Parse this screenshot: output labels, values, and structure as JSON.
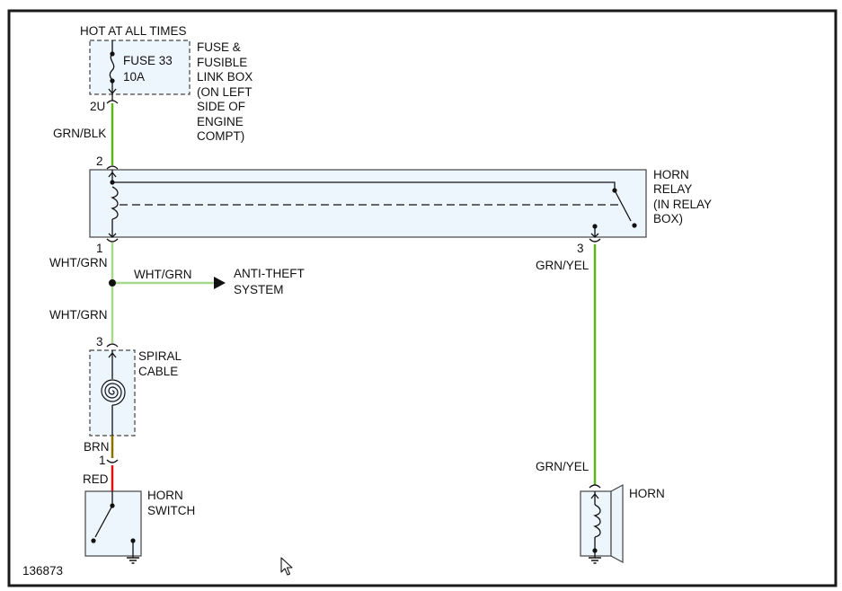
{
  "diagram": {
    "supply": {
      "hot_label": "HOT AT ALL TIMES",
      "fuse_name": "FUSE 33",
      "fuse_rating": "10A",
      "fuse_box_lines": [
        "FUSE &",
        "FUSIBLE",
        "LINK BOX",
        "(ON LEFT",
        "SIDE OF",
        "ENGINE",
        "COMPT)"
      ],
      "fuse_pin": "2U"
    },
    "wires": {
      "w_fuse_relay": "GRN/BLK",
      "w_relay_down": "WHT/GRN",
      "w_branch": "WHT/GRN",
      "w_to_spiral": "WHT/GRN",
      "w_spiral_out": "BRN",
      "w_switch_in": "RED",
      "w_relay_horn_top": "GRN/YEL",
      "w_relay_horn_bottom": "GRN/YEL"
    },
    "relay": {
      "label_lines": [
        "HORN",
        "RELAY",
        "(IN RELAY",
        "BOX)"
      ],
      "pin_top": "2",
      "pin_left": "1",
      "pin_right": "3"
    },
    "anti_theft": {
      "label_lines": [
        "ANTI-THEFT",
        "SYSTEM"
      ]
    },
    "spiral": {
      "label_lines": [
        "SPIRAL",
        "CABLE"
      ],
      "pin_top": "3",
      "pin_bottom": "1"
    },
    "horn_switch": {
      "label_lines": [
        "HORN",
        "SWITCH"
      ]
    },
    "horn": {
      "label": "HORN"
    },
    "figure_id": "136873"
  },
  "colors": {
    "border": "#1a1a1a",
    "component_fill": "#eef6fd",
    "wire_green": "#5ab81e",
    "wire_light_green": "#a8d890",
    "wire_brown": "#8a7000",
    "wire_red": "#e01010"
  }
}
